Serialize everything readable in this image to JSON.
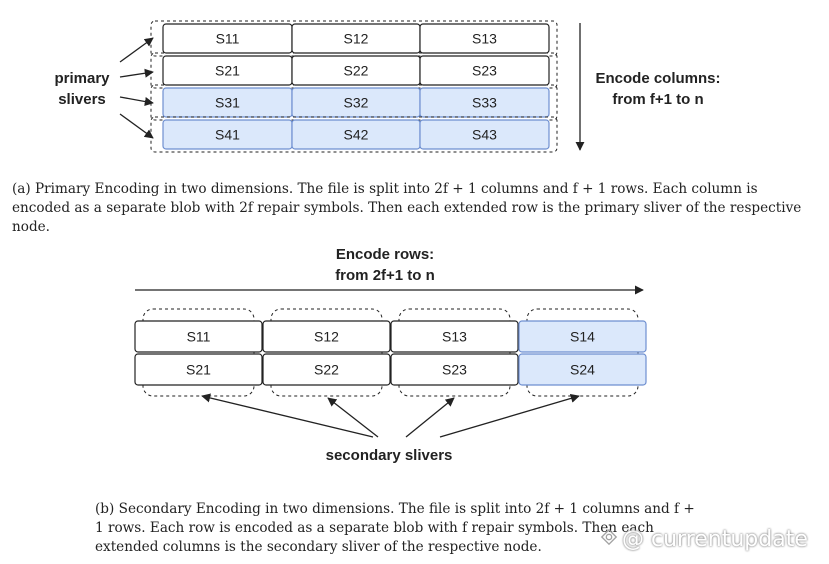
{
  "diagram_a": {
    "rows": [
      {
        "cells": [
          "S11",
          "S12",
          "S13"
        ],
        "highlight": false
      },
      {
        "cells": [
          "S21",
          "S22",
          "S23"
        ],
        "highlight": false
      },
      {
        "cells": [
          "S31",
          "S32",
          "S33"
        ],
        "highlight": true
      },
      {
        "cells": [
          "S41",
          "S42",
          "S43"
        ],
        "highlight": true
      }
    ],
    "label_line1": "primary",
    "label_line2": "slivers",
    "side_label_line1": "Encode columns:",
    "side_label_line2": "from f+1 to n"
  },
  "caption_a": "(a) Primary Encoding in two dimensions. The file is split into 2f + 1 columns and f + 1 rows. Each column is encoded as a separate blob with 2f repair symbols. Then each extended row is the primary sliver of the respective node.",
  "diagram_b": {
    "title_line1": "Encode rows:",
    "title_line2": "from 2f+1 to n",
    "columns": [
      {
        "cells": [
          "S11",
          "S21"
        ],
        "highlight": false
      },
      {
        "cells": [
          "S12",
          "S22"
        ],
        "highlight": false
      },
      {
        "cells": [
          "S13",
          "S23"
        ],
        "highlight": false
      },
      {
        "cells": [
          "S14",
          "S24"
        ],
        "highlight": true
      }
    ],
    "label": "secondary slivers"
  },
  "caption_b": "(b) Secondary Encoding in two dimensions. The file is split into 2f + 1 columns and f + 1 rows. Each row is encoded as a separate blob with f repair symbols. Then each extended columns is the secondary sliver of the respective node.",
  "watermark": "@ currentupdate",
  "colors": {
    "highlight_fill": "#dbe8fb",
    "highlight_stroke": "#6e8fd0",
    "stroke": "#222222"
  }
}
